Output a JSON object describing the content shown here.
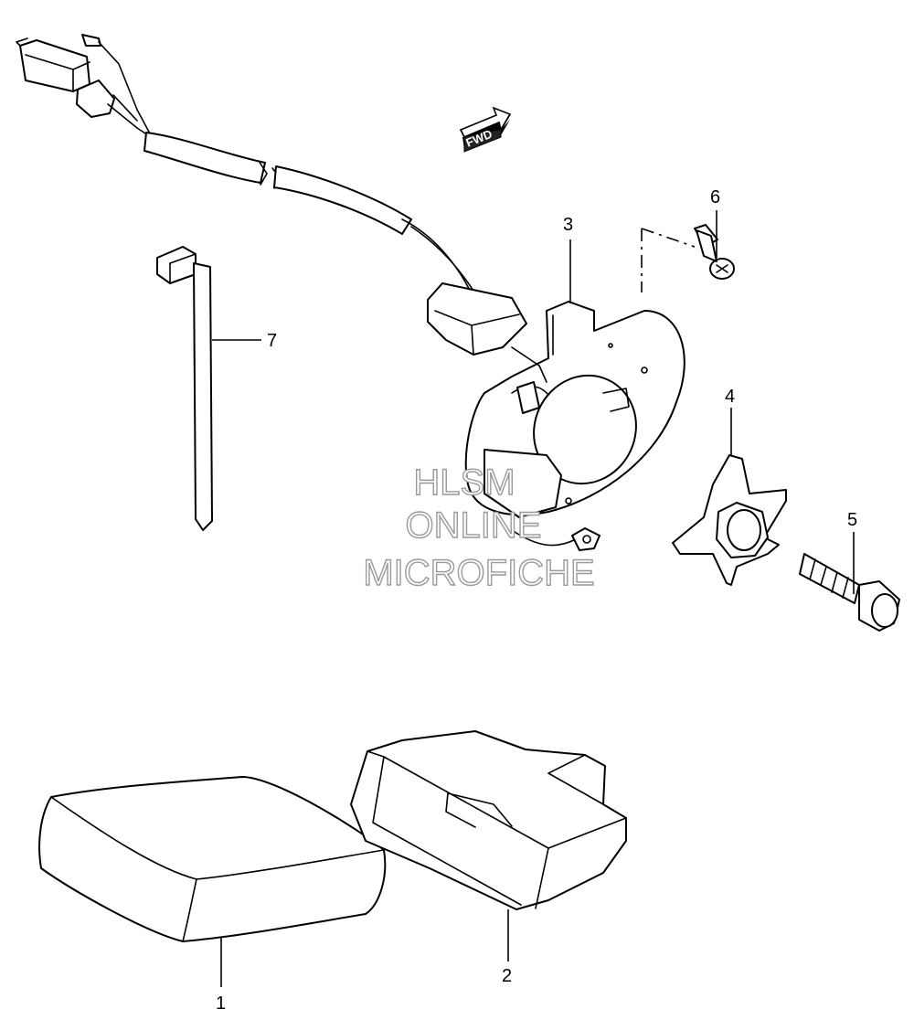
{
  "fwd_label": "FWD",
  "callouts": {
    "c1": "1",
    "c2": "2",
    "c3": "3",
    "c4": "4",
    "c5": "5",
    "c6": "6",
    "c7": "7"
  },
  "watermark": {
    "line1": "HLSM",
    "line2": "ONLINE",
    "line3": "MICROFICHE",
    "color": "#9a9a9a"
  }
}
